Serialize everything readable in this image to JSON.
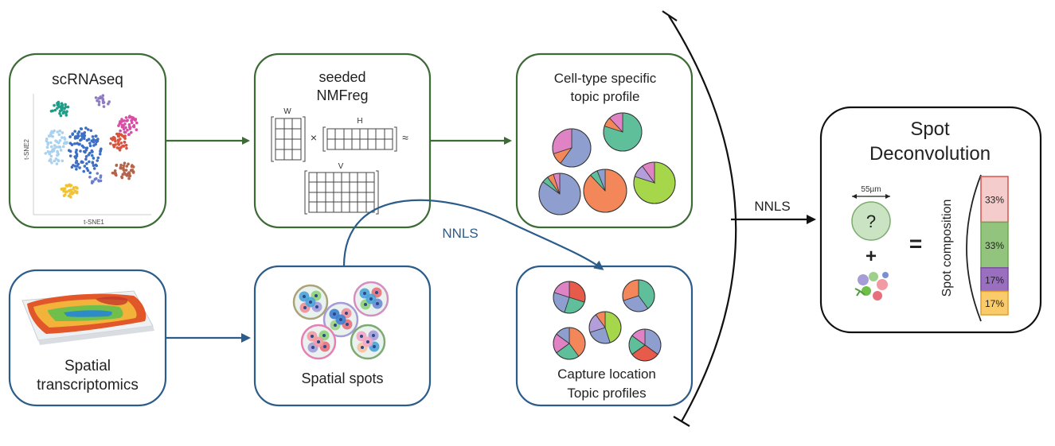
{
  "boxes": {
    "scrnaseq": {
      "title": "scRNAseq",
      "axis_y": "t-SNE2",
      "axis_x": "t-SNE1"
    },
    "nmfreg": {
      "title_line1": "seeded",
      "title_line2": "NMFreg",
      "w": "W",
      "h": "H",
      "v": "V",
      "times": "×",
      "approx": "≈"
    },
    "celltype": {
      "title_line1": "Cell-type specific",
      "title_line2": "topic profile"
    },
    "spatial_tx": {
      "title_line1": "Spatial",
      "title_line2": "transcriptomics"
    },
    "spatial_spots": {
      "title": "Spatial spots"
    },
    "capture": {
      "title_line1": "Capture location",
      "title_line2": "Topic profiles"
    },
    "deconv": {
      "title_line1": "Spot",
      "title_line2": "Deconvolution",
      "scale": "55µm",
      "question": "?",
      "plus": "+",
      "equals": "=",
      "composition_label": "Spot composition",
      "bars": [
        {
          "label": "33%",
          "value": 33,
          "fill": "#f4cccc",
          "stroke": "#d9534f"
        },
        {
          "label": "33%",
          "value": 33,
          "fill": "#93c47d",
          "stroke": "#6aa84f"
        },
        {
          "label": "17%",
          "value": 17,
          "fill": "#9b6fc0",
          "stroke": "#7a4fa0"
        },
        {
          "label": "17%",
          "value": 17,
          "fill": "#f9cb6b",
          "stroke": "#e0a030"
        }
      ]
    }
  },
  "arrows": {
    "nnls_curve": "NNLS",
    "nnls_main": "NNLS"
  },
  "colors": {
    "green": "#3d6b35",
    "blue": "#2b5c8a",
    "black": "#111111"
  }
}
